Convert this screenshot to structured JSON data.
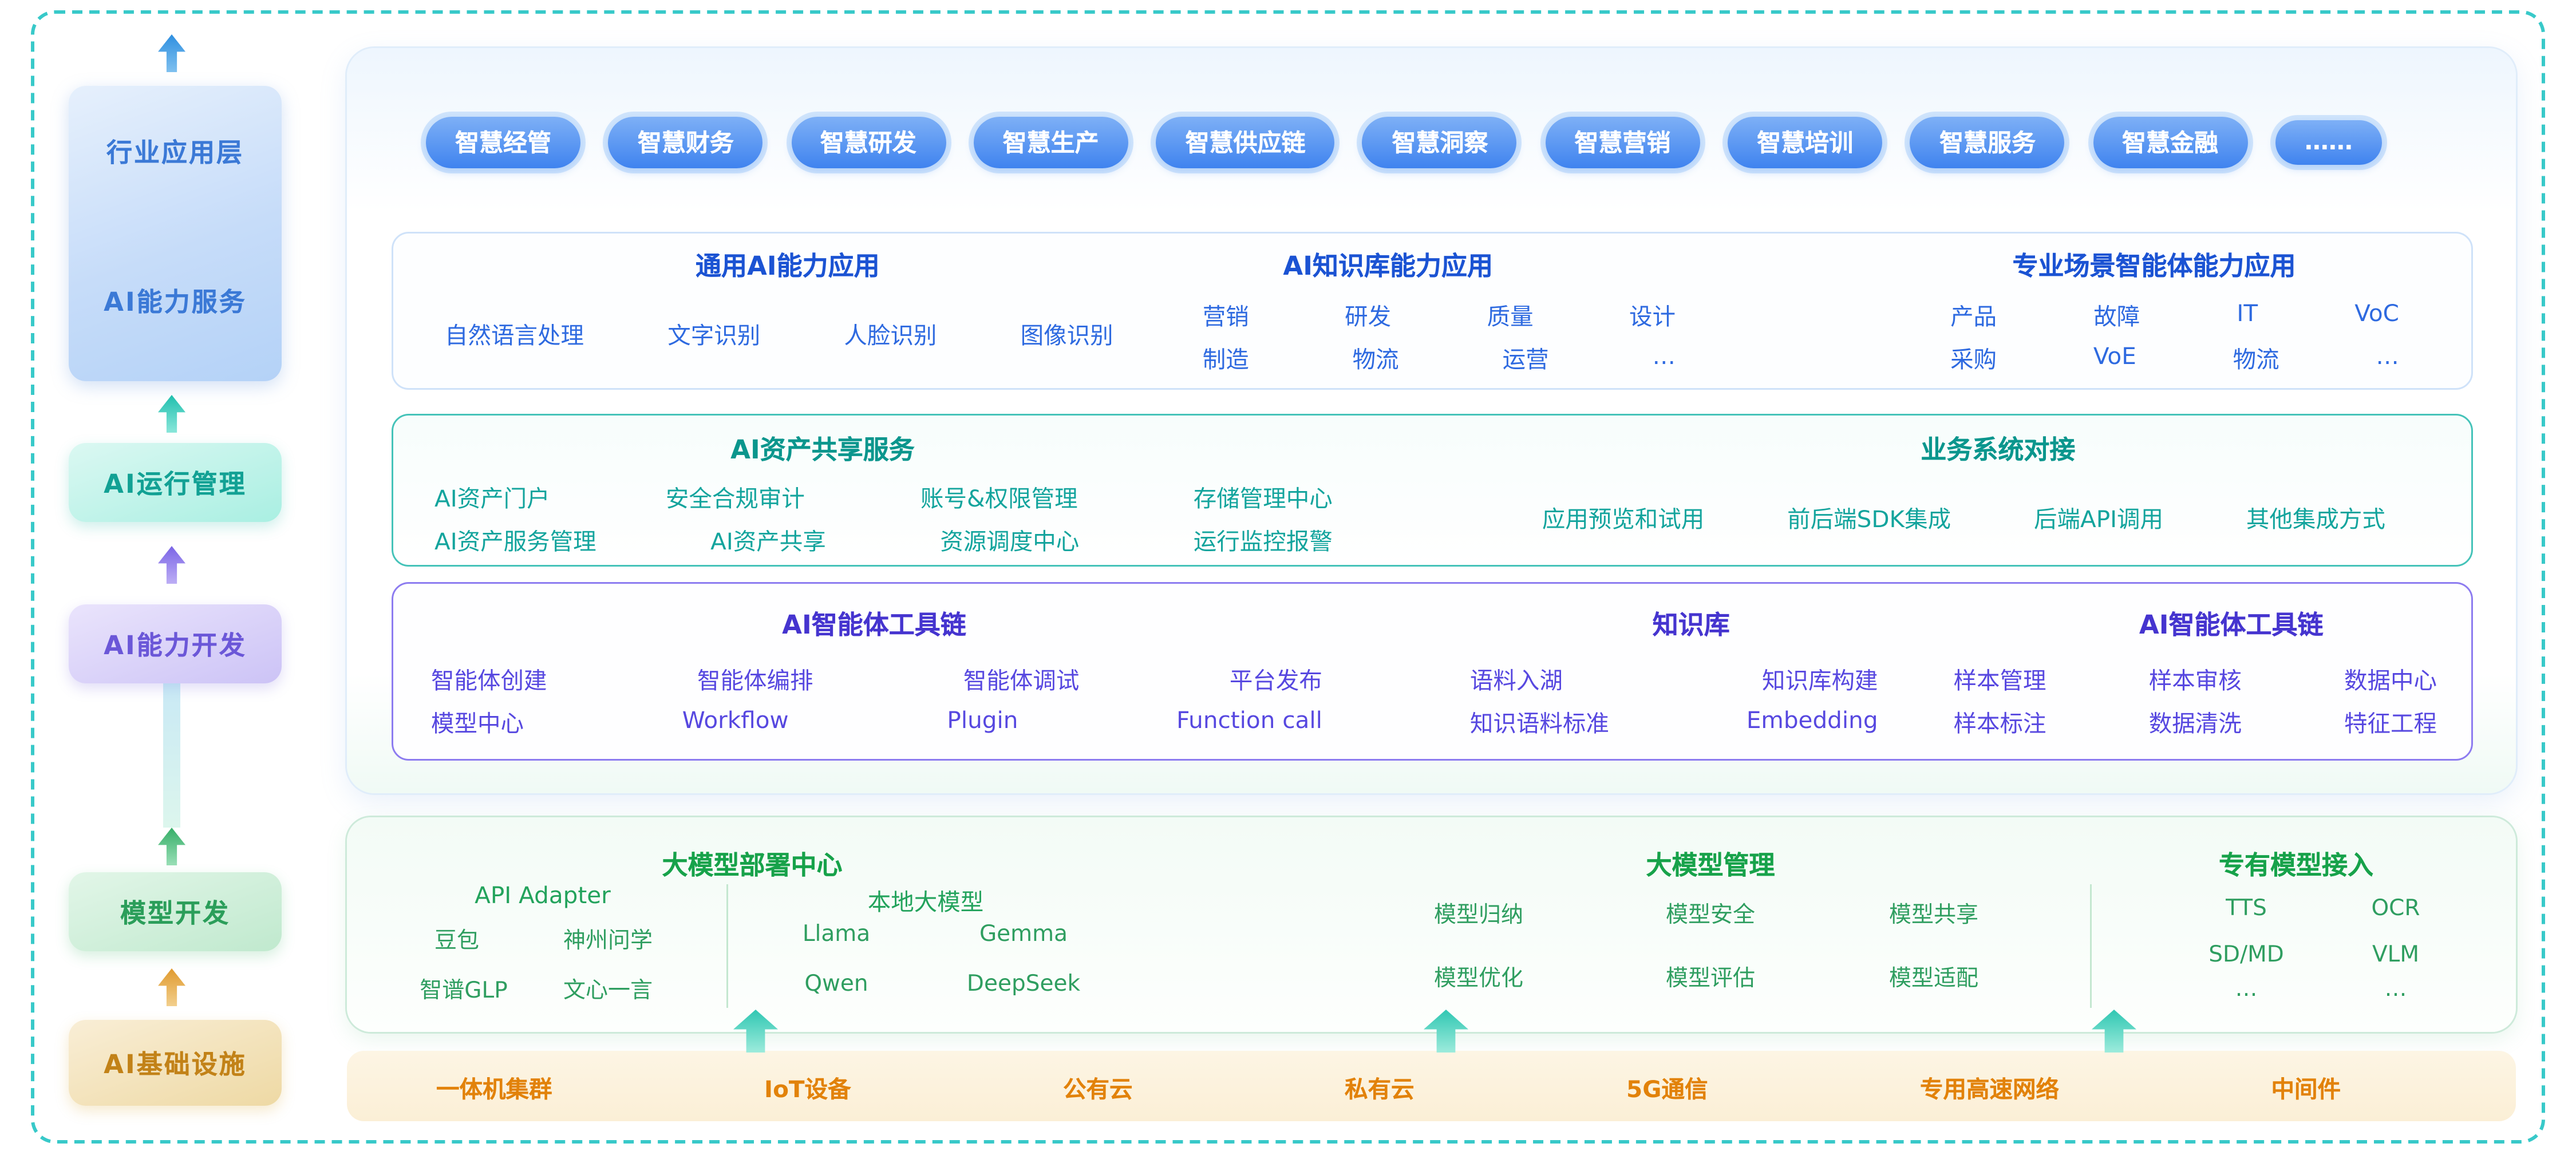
{
  "palette": {
    "frame_teal": "#38c9c9",
    "blue": "#2e6ae0",
    "teal": "#13a49d",
    "purple": "#5748e0",
    "green": "#2f9e60",
    "orange": "#e2820a"
  },
  "sidebar": {
    "top_layer": {
      "line1": "行业应用层",
      "line2": "AI能力服务"
    },
    "layer_ops": "AI运行管理",
    "layer_dev": "AI能力开发",
    "layer_model": "模型开发",
    "layer_infra": "AI基础设施"
  },
  "app_pills": {
    "items": [
      "智慧经管",
      "智慧财务",
      "智慧研发",
      "智慧生产",
      "智慧供应链",
      "智慧洞察",
      "智慧营销",
      "智慧培训",
      "智慧服务",
      "智慧金融",
      "……"
    ]
  },
  "capability_section": {
    "general": {
      "title": "通用AI能力应用",
      "items": [
        "自然语言处理",
        "文字识别",
        "人脸识别",
        "图像识别"
      ]
    },
    "knowledge": {
      "title": "AI知识库能力应用",
      "row1": [
        "营销",
        "研发",
        "质量",
        "设计"
      ],
      "row2": [
        "制造",
        "物流",
        "运营",
        "…"
      ]
    },
    "agent_scenario": {
      "title": "专业场景智能体能力应用",
      "row1": [
        "产品",
        "故障",
        "IT",
        "VoC"
      ],
      "row2": [
        "采购",
        "VoE",
        "物流",
        "…"
      ]
    }
  },
  "asset_section": {
    "share": {
      "title": "AI资产共享服务",
      "row1": [
        "AI资产门户",
        "安全合规审计",
        "账号&权限管理",
        "存储管理中心"
      ],
      "row2": [
        "AI资产服务管理",
        "AI资产共享",
        "资源调度中心",
        "运行监控报警"
      ]
    },
    "integration": {
      "title": "业务系统对接",
      "items": [
        "应用预览和试用",
        "前后端SDK集成",
        "后端API调用",
        "其他集成方式"
      ]
    }
  },
  "toolchain_section": {
    "agent_toolchain": {
      "title": "AI智能体工具链",
      "row1": [
        "智能体创建",
        "智能体编排",
        "智能体调试",
        "平台发布"
      ],
      "row2": [
        "模型中心",
        "Workflow",
        "Plugin",
        "Function call"
      ]
    },
    "knowledge_base": {
      "title": "知识库",
      "row1": [
        "语料入湖",
        "知识库构建"
      ],
      "row2": [
        "知识语料标准",
        "Embedding"
      ]
    },
    "data_toolchain": {
      "title": "AI智能体工具链",
      "row1": [
        "样本管理",
        "样本审核",
        "数据中心"
      ],
      "row2": [
        "样本标注",
        "数据清洗",
        "特征工程"
      ]
    }
  },
  "model_section": {
    "deployment": {
      "title": "大模型部署中心",
      "api_adapter": {
        "title": "API Adapter",
        "items": [
          "豆包",
          "神州问学",
          "智谱GLP",
          "文心一言"
        ]
      },
      "local_models": {
        "title": "本地大模型",
        "items": [
          "Llama",
          "Gemma",
          "Qwen",
          "DeepSeek"
        ]
      }
    },
    "management": {
      "title": "大模型管理",
      "row1": [
        "模型归纳",
        "模型安全",
        "模型共享"
      ],
      "row2": [
        "模型优化",
        "模型评估",
        "模型适配"
      ]
    },
    "proprietary": {
      "title": "专有模型接入",
      "row1": [
        "TTS",
        "OCR"
      ],
      "row2": [
        "SD/MD",
        "VLM"
      ],
      "row3": [
        "…",
        "…"
      ]
    }
  },
  "infra_bar": {
    "items": [
      "一体机集群",
      "IoT设备",
      "公有云",
      "私有云",
      "5G通信",
      "专用高速网络",
      "中间件"
    ]
  }
}
